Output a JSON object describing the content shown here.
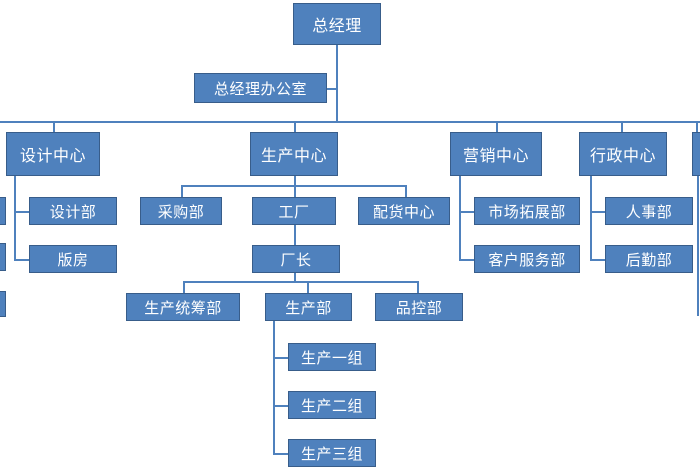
{
  "org": {
    "ceo": "总经理",
    "ceo_office": "总经理办公室",
    "design_center": {
      "label": "设计中心",
      "children": [
        "设计部",
        "版房"
      ]
    },
    "production_center": {
      "label": "生产中心",
      "departments": [
        "采购部",
        "工厂",
        "配货中心"
      ],
      "factory_head": "厂长",
      "factory_units": [
        "生产统筹部",
        "生产部",
        "品控部"
      ],
      "production_groups": [
        "生产一组",
        "生产二组",
        "生产三组"
      ]
    },
    "marketing_center": {
      "label": "营销中心",
      "children": [
        "市场拓展部",
        "客户服务部"
      ]
    },
    "admin_center": {
      "label": "行政中心",
      "children": [
        "人事部",
        "后勤部"
      ]
    }
  },
  "colors": {
    "node_fill": "#4f81bd",
    "node_border": "#385d8a",
    "line": "#4f81bd",
    "text": "#ffffff"
  }
}
